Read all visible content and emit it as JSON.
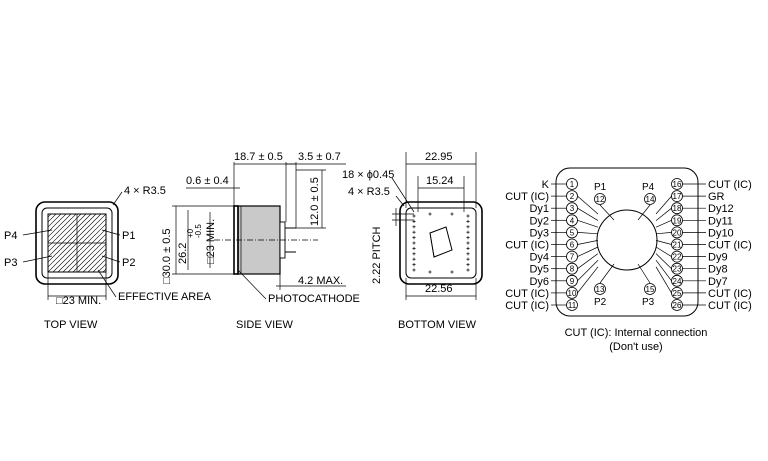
{
  "top_view": {
    "caption": "TOP VIEW",
    "radius_label": "4 × R3.5",
    "p1": "P1",
    "p2": "P2",
    "p3": "P3",
    "p4": "P4",
    "min_label": "□23 MIN.",
    "effective_area": "EFFECTIVE AREA"
  },
  "side_view": {
    "caption": "SIDE VIEW",
    "dim_length": "18.7 ± 0.5",
    "dim_pin": "3.5 ± 0.7",
    "dim_window": "0.6 ± 0.4",
    "dim_pin_len": "12.0 ± 0.5",
    "dim_outer": "□30.0 ± 0.5",
    "dim_inner": "26.2",
    "dim_inner_tol_up": "+0",
    "dim_inner_tol_dn": "-0.5",
    "dim_min": "□23 MIN.",
    "dim_max": "4.2 MAX.",
    "photocathode": "PHOTOCATHODE"
  },
  "bottom_view": {
    "caption": "BOTTOM VIEW",
    "dim_width": "22.95",
    "dim_inner": "15.24",
    "dim_bottom": "22.56",
    "pins": "18 × ϕ0.45",
    "radius_label": "4 × R3.5",
    "pitch": "2.22 PITCH"
  },
  "pinout": {
    "left": [
      {
        "label": "K",
        "num": "1"
      },
      {
        "label": "CUT (IC)",
        "num": "2"
      },
      {
        "label": "Dy1",
        "num": "3"
      },
      {
        "label": "Dy2",
        "num": "4"
      },
      {
        "label": "Dy3",
        "num": "5"
      },
      {
        "label": "CUT (IC)",
        "num": "6"
      },
      {
        "label": "Dy4",
        "num": "7"
      },
      {
        "label": "Dy5",
        "num": "8"
      },
      {
        "label": "Dy6",
        "num": "9"
      },
      {
        "label": "CUT (IC)",
        "num": "10"
      },
      {
        "label": "CUT (IC)",
        "num": "11"
      }
    ],
    "right": [
      {
        "label": "CUT (IC)",
        "num": "16"
      },
      {
        "label": "GR",
        "num": "17"
      },
      {
        "label": "Dy12",
        "num": "18"
      },
      {
        "label": "Dy11",
        "num": "19"
      },
      {
        "label": "Dy10",
        "num": "20"
      },
      {
        "label": "CUT (IC)",
        "num": "21"
      },
      {
        "label": "Dy9",
        "num": "22"
      },
      {
        "label": "Dy8",
        "num": "23"
      },
      {
        "label": "Dy7",
        "num": "24"
      },
      {
        "label": "CUT (IC)",
        "num": "25"
      },
      {
        "label": "CUT (IC)",
        "num": "26"
      }
    ],
    "inner": {
      "p1": "P1",
      "n12": "12",
      "p4": "P4",
      "n14": "14",
      "n13": "13",
      "p2": "P2",
      "n15": "15",
      "p3": "P3"
    },
    "note_line1": "CUT (IC): Internal connection",
    "note_line2": "(Don't use)"
  }
}
